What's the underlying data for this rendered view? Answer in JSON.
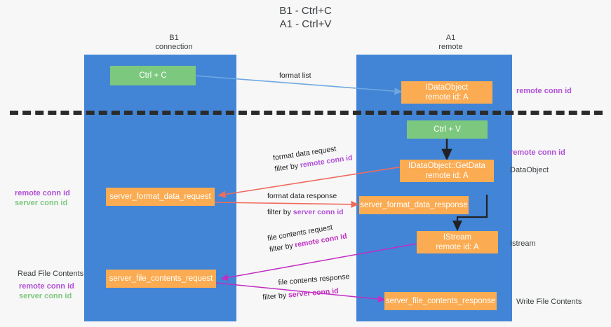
{
  "title": "B1 - Ctrl+C\nA1 - Ctrl+V",
  "lanes": [
    {
      "header": "B1\nconnection"
    },
    {
      "header": "A1\nremote"
    }
  ],
  "boxes": {
    "ctrl_c": "Ctrl + C",
    "ctrl_v": "Ctrl + V",
    "idataobject": "IDataObject\nremote id: A",
    "getdata": "IDataObject::GetData\nremote id: A",
    "istream": "IStream\nremote id: A",
    "server_format_data_request": "server_format_data_request",
    "server_format_data_response": "server_format_data_response",
    "server_file_contents_request": "server_file_contents_request",
    "server_file_contents_response": "server_file_contents_response"
  },
  "arrow_labels": {
    "format_list": "format list",
    "format_data_request": "format data request",
    "format_data_request_filter_prefix": "filter by ",
    "format_data_request_filter_value": "remote conn id",
    "format_data_response": "format data response",
    "format_data_response_filter_prefix": "filter by ",
    "format_data_response_filter_value": "server conn id",
    "file_contents_request": "file contents request",
    "file_contents_request_filter_prefix": "filter by ",
    "file_contents_request_filter_value": "remote conn id",
    "file_contents_response": "file contents response",
    "file_contents_response_filter_prefix": "filter by ",
    "file_contents_response_filter_value": "server conn id"
  },
  "right_labels": {
    "remote_conn_id_top": "remote conn id",
    "remote_conn_id_mid": "remote conn id",
    "dataobject": "DataObject",
    "istream": "Istream",
    "write_file_contents": "Write File Contents"
  },
  "left_labels": {
    "remote_conn_id": "remote conn id",
    "server_conn_id": "server conn id",
    "read_file_contents": "Read File Contents",
    "remote_conn_id_2": "remote conn id",
    "server_conn_id_2": "server conn id"
  },
  "colors": {
    "lane": "#4285d6",
    "green_box": "#7dc87f",
    "orange_box": "#fbab51",
    "purple": "#b14fd8",
    "magenta": "#c12ec1",
    "green_text": "#7dc87f",
    "arrow_blue": "#6fa8e0",
    "arrow_red": "#ef6b5e",
    "arrow_black": "#202124",
    "background": "#f7f7f7"
  }
}
